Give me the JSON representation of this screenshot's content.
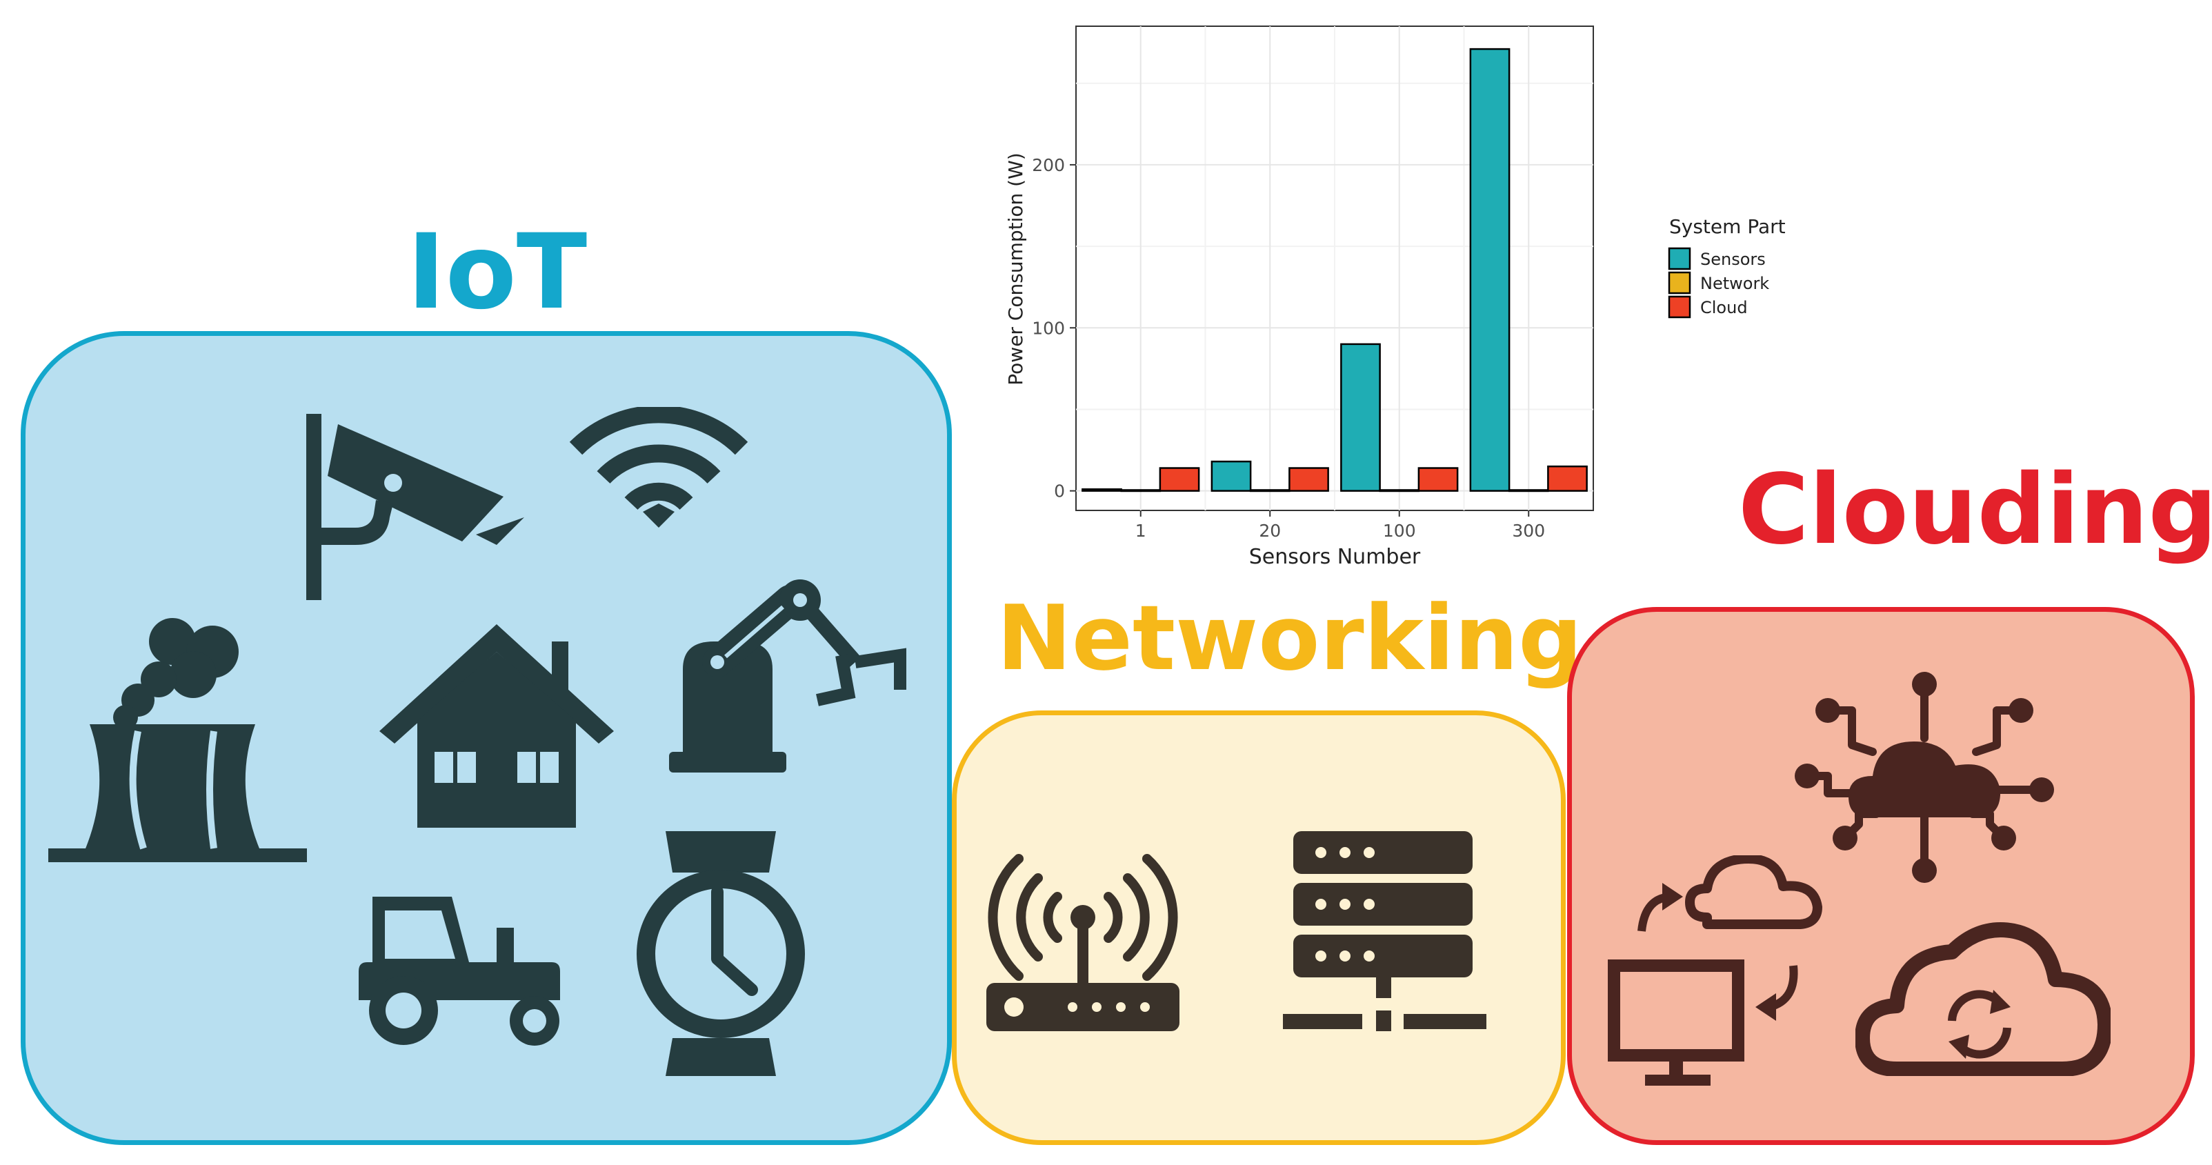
{
  "sections": {
    "iot": {
      "title": "IoT",
      "color": "#14a7cc",
      "fill": "#b8dff0",
      "icons": [
        "surveillance-camera-icon",
        "wifi-icon",
        "factory-icon",
        "house-icon",
        "robot-arm-icon",
        "tractor-icon",
        "smartwatch-icon"
      ]
    },
    "networking": {
      "title": "Networking",
      "color": "#f6b819",
      "fill": "#fdf2d3",
      "icons": [
        "router-icon",
        "server-icon"
      ]
    },
    "clouding": {
      "title": "Clouding",
      "color": "#e4212b",
      "fill": "#f5b7a1",
      "icons": [
        "cloud-network-icon",
        "computer-cloud-sync-icon",
        "cloud-refresh-icon"
      ]
    }
  },
  "chart_data": {
    "type": "bar",
    "categories": [
      "1",
      "20",
      "100",
      "300"
    ],
    "series": [
      {
        "name": "Sensors",
        "color": "#1fadb4",
        "values": [
          1,
          18,
          90,
          271
        ]
      },
      {
        "name": "Network",
        "color": "#e9b31d",
        "values": [
          0.5,
          0.5,
          0.5,
          0.5
        ]
      },
      {
        "name": "Cloud",
        "color": "#ee4125",
        "values": [
          14,
          14,
          14,
          15
        ]
      }
    ],
    "xlabel": "Sensors Number",
    "ylabel": "Power Consumption (W)",
    "legend_title": "System Part",
    "legend_position": "right",
    "ylim": [
      -12,
      285
    ],
    "yticks": [
      0,
      100,
      200
    ],
    "grid": true
  }
}
